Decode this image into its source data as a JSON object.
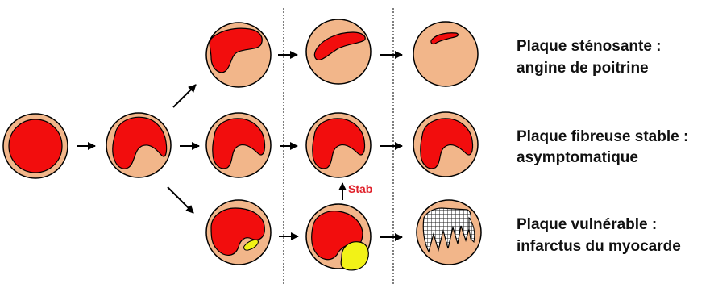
{
  "colors": {
    "vessel_wall": "#f2b68a",
    "lumen": "#f20d0d",
    "outline": "#000000",
    "lipid_core": "#f2f217",
    "thrombus_mesh": "#ffffff",
    "stab_text": "#e0202a"
  },
  "outcomes": [
    {
      "line1": "Plaque sténosante :",
      "line2": "angine de poitrine"
    },
    {
      "line1": "Plaque fibreuse stable :",
      "line2": "asymptomatique"
    },
    {
      "line1": "Plaque vulnérable :",
      "line2": "infarctus du myocarde"
    }
  ],
  "stab_label": "Stab"
}
